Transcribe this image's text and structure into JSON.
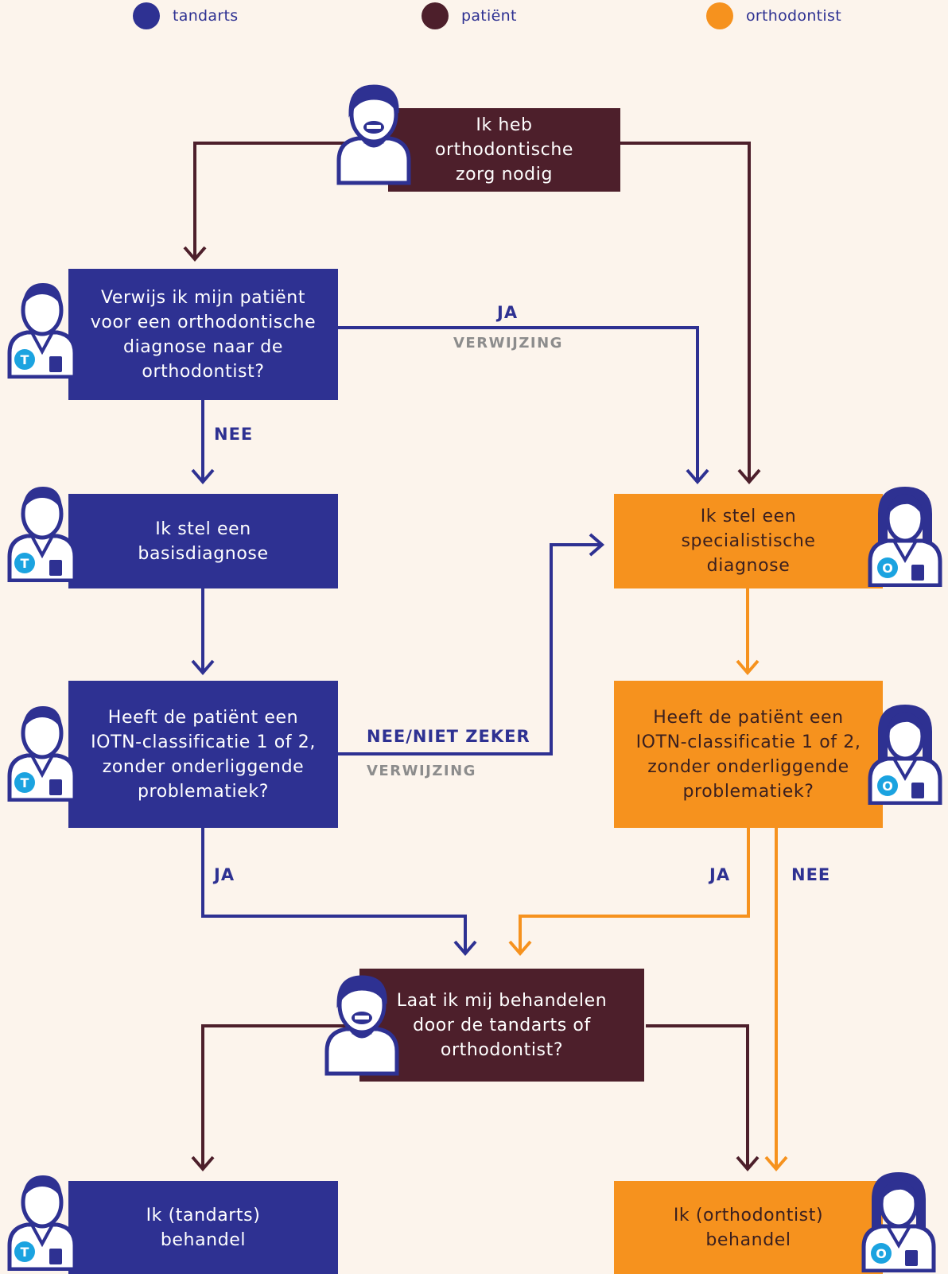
{
  "colors": {
    "tandarts": "#2e3192",
    "patient": "#4d1f2b",
    "orthodontist": "#f6921e",
    "background": "#fcf4ec",
    "sublabel": "#8c8c8c",
    "badge": "#1ba3e0"
  },
  "legend": [
    {
      "label": "tandarts",
      "color": "#2e3192"
    },
    {
      "label": "patiënt",
      "color": "#4d1f2b"
    },
    {
      "label": "orthodontist",
      "color": "#f6921e"
    }
  ],
  "nodes": {
    "patient_need": {
      "text": "Ik heb\northodontische\nzorg nodig",
      "role": "patient"
    },
    "dentist_refer": {
      "text": "Verwijs ik mijn patiënt\nvoor een orthodontische\ndiagnose naar de\northodontist?",
      "role": "tandarts"
    },
    "dentist_basic": {
      "text": "Ik stel een\nbasisdiagnose",
      "role": "tandarts"
    },
    "dentist_iotn": {
      "text": "Heeft de patiënt een\nIOTN-classificatie 1 of 2,\nzonder onderliggende\nproblematiek?",
      "role": "tandarts"
    },
    "ortho_special": {
      "text": "Ik stel een\nspecialistische\ndiagnose",
      "role": "orthodontist"
    },
    "ortho_iotn": {
      "text": "Heeft de patiënt een\nIOTN-classificatie 1 of 2,\nzonder onderliggende\nproblematiek?",
      "role": "orthodontist"
    },
    "patient_choice": {
      "text": "Laat ik mij behandelen\ndoor de tandarts of\northodontist?",
      "role": "patient"
    },
    "dentist_treat": {
      "text": "Ik (tandarts)\nbehandel",
      "role": "tandarts"
    },
    "ortho_treat": {
      "text": "Ik (orthodontist)\nbehandel",
      "role": "orthodontist"
    }
  },
  "edge_labels": {
    "refer_yes": "JA",
    "refer_yes_sub": "VERWIJZING",
    "refer_no": "NEE",
    "iotn_no_unsure": "NEE/NIET ZEKER",
    "iotn_no_unsure_sub": "VERWIJZING",
    "dentist_iotn_yes": "JA",
    "ortho_iotn_yes": "JA",
    "ortho_iotn_no": "NEE"
  },
  "badges": {
    "tandarts": "T",
    "orthodontist": "O"
  },
  "icons": {
    "patient": "patient-avatar-icon",
    "tandarts": "dentist-avatar-icon",
    "orthodontist": "orthodontist-avatar-icon"
  }
}
